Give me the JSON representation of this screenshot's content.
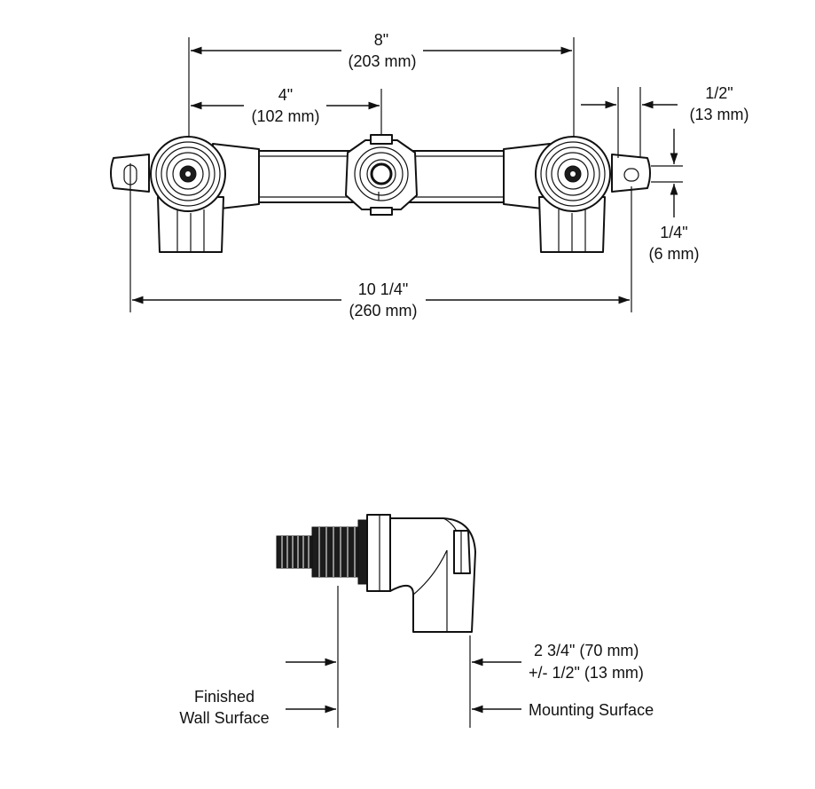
{
  "top_view": {
    "center_spacing": {
      "imperial": "8\"",
      "metric": "(203 mm)"
    },
    "half_spacing": {
      "imperial": "4\"",
      "metric": "(102 mm)"
    },
    "tab_width": {
      "imperial": "1/2\"",
      "metric": "(13 mm)"
    },
    "slot_height": {
      "imperial": "1/4\"",
      "metric": "(6 mm)"
    },
    "overall_length": {
      "imperial": "10 1/4\"",
      "metric": "(260 mm)"
    }
  },
  "side_view": {
    "depth_range": {
      "line1": "2 3/4\" (70 mm)",
      "line2": "+/- 1/2\" (13 mm)"
    },
    "finished_wall": {
      "line1": "Finished",
      "line2": "Wall Surface"
    },
    "mounting_surface": "Mounting Surface"
  }
}
